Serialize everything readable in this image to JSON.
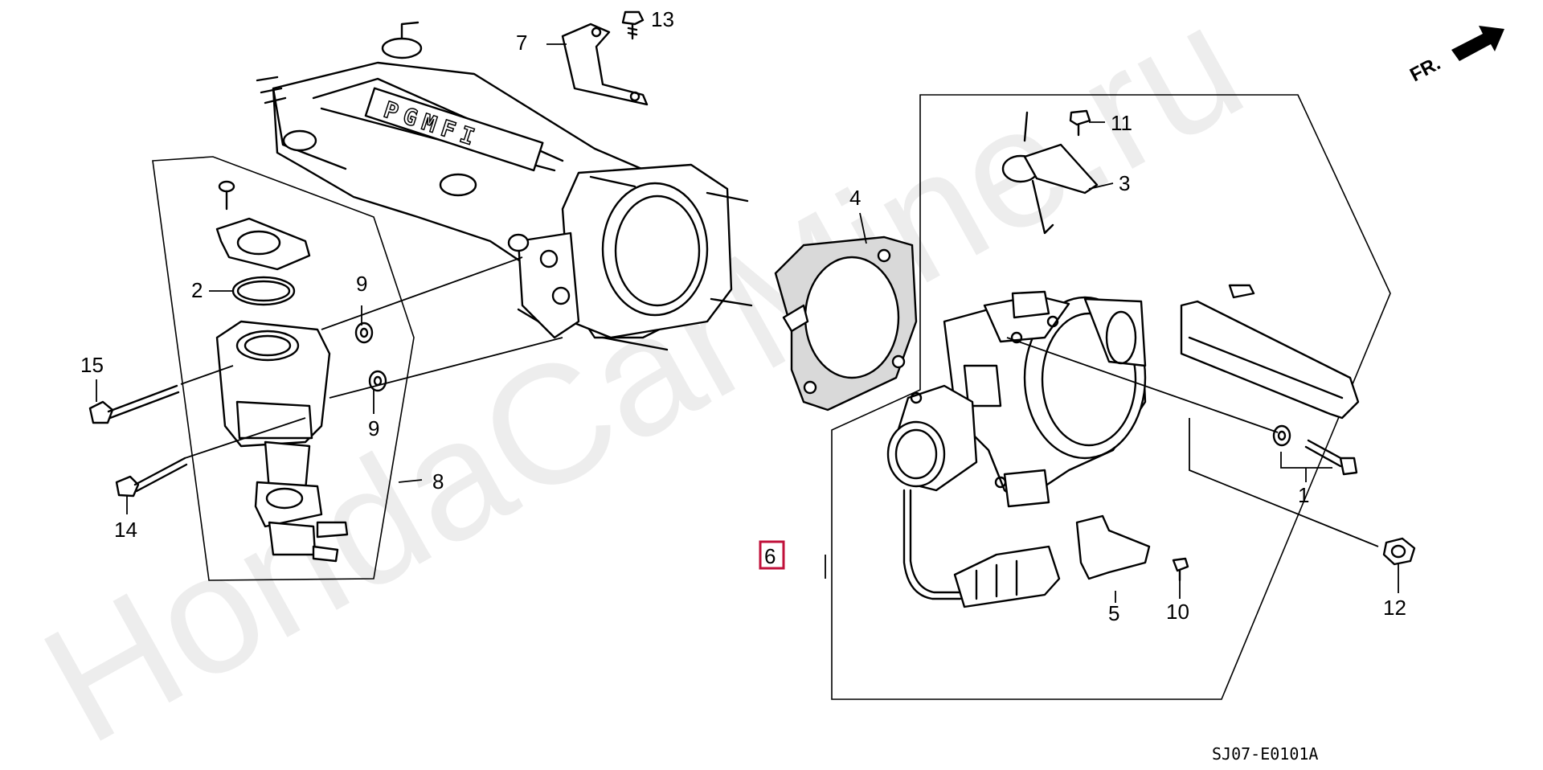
{
  "watermark": "HondaCarMine.ru",
  "diagram_code": "SJ07-E0101A",
  "direction_label": "FR.",
  "engraving": "PGMFI",
  "parts": {
    "p1": "1",
    "p2": "2",
    "p3": "3",
    "p4": "4",
    "p5": "5",
    "p6": "6",
    "p7": "7",
    "p8": "8",
    "p9a": "9",
    "p9b": "9",
    "p10": "10",
    "p11": "11",
    "p12": "12",
    "p13": "13",
    "p14": "14",
    "p15": "15"
  },
  "highlight_part": "6",
  "highlight_color": "#c0103a"
}
